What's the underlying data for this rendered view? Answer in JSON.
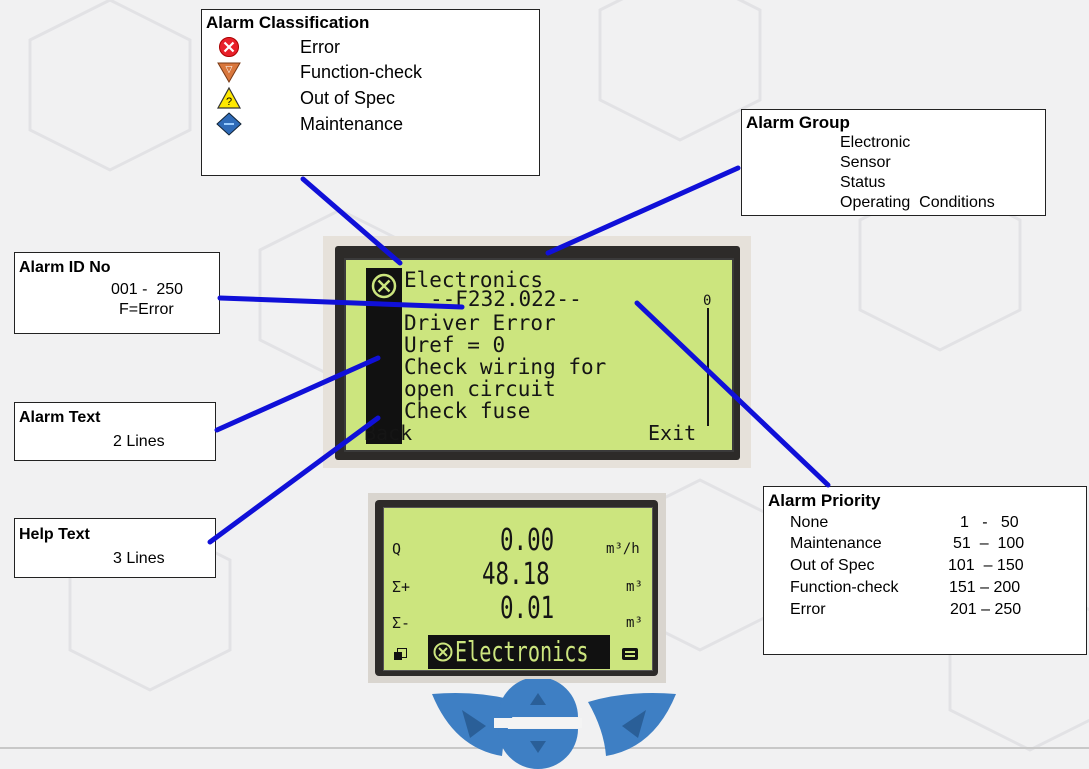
{
  "classification": {
    "title": "Alarm Classification",
    "items": [
      {
        "label": "Error",
        "icon": "error-icon"
      },
      {
        "label": "Function-check",
        "icon": "function-check-icon"
      },
      {
        "label": "Out of Spec",
        "icon": "out-of-spec-icon"
      },
      {
        "label": "Maintenance",
        "icon": "maintenance-icon"
      }
    ]
  },
  "group": {
    "title": "Alarm Group",
    "items": [
      "Electronic",
      "Sensor",
      "Status",
      "Operating  Conditions"
    ]
  },
  "alarm_id": {
    "title": "Alarm ID No",
    "range": "001 -  250",
    "note": "F=Error"
  },
  "alarm_text": {
    "title": "Alarm Text",
    "lines": "2 Lines"
  },
  "help_text": {
    "title": "Help Text",
    "lines": "3 Lines"
  },
  "priority": {
    "title": "Alarm Priority",
    "rows": [
      {
        "label": "None",
        "range": "1   -   50"
      },
      {
        "label": "Maintenance",
        "range": "51  –  100"
      },
      {
        "label": "Out of Spec",
        "range": "101  – 150"
      },
      {
        "label": "Function-check",
        "range": "151 – 200"
      },
      {
        "label": "Error",
        "range": "201 – 250"
      }
    ]
  },
  "display1": {
    "lines": [
      "Electronics",
      "--F232.022--",
      "Driver Error",
      "Uref = 0",
      "Check wiring for",
      "open circuit",
      "Check fuse"
    ],
    "back": "Back",
    "exit": "Exit",
    "scroll": "0"
  },
  "display2": {
    "rows": [
      {
        "label": "Q",
        "value": "0.00",
        "unit": "m³/h"
      },
      {
        "label": "Σ+",
        "value": "48.18",
        "unit": "m³"
      },
      {
        "label": "Σ-",
        "value": "0.01",
        "unit": "m³"
      }
    ],
    "status": "Electronics"
  },
  "colors": {
    "connector": "#1010d8",
    "lcd": "#cce57e",
    "nav": "#3e7fc4"
  }
}
